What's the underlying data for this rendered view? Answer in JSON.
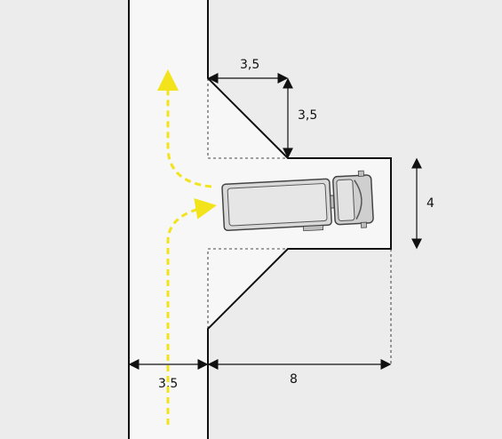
{
  "diagram": {
    "dimensions": {
      "top_bevel_width": "3,5",
      "top_bevel_height": "3,5",
      "bay_depth": "4",
      "road_width": "3,5",
      "bay_length": "8"
    },
    "colors": {
      "background": "#ececec",
      "road": "#f7f7f7",
      "border": "#111111",
      "dashed_guide": "#111111",
      "path": "#f2e31a",
      "truck_body": "#d8d8d8",
      "truck_outline": "#444444"
    },
    "icons": {
      "vehicle": "truck-icon",
      "path": "maneuver-path-arrow"
    }
  }
}
